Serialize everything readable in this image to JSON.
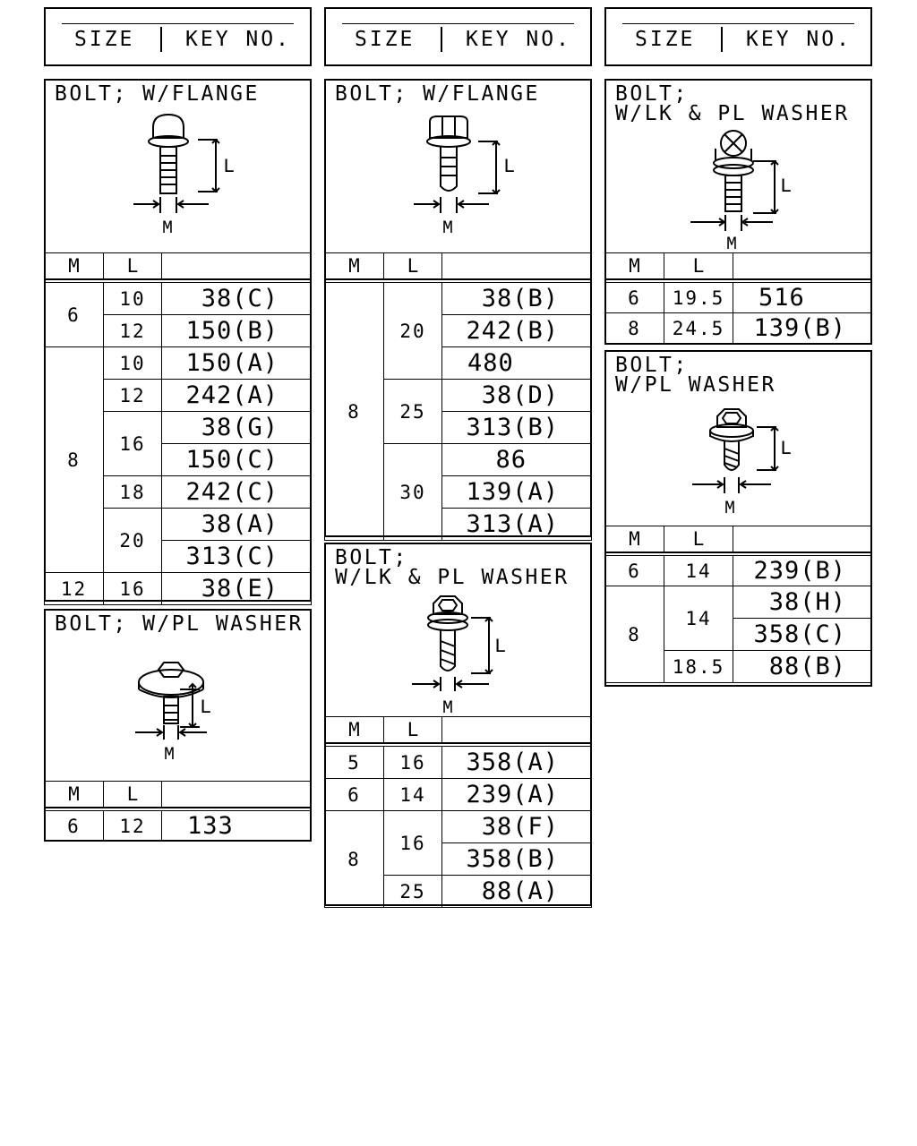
{
  "headers": [
    {
      "size": "SIZE",
      "key": "KEY NO."
    },
    {
      "size": "SIZE",
      "key": "KEY NO."
    },
    {
      "size": "SIZE",
      "key": "KEY NO."
    }
  ],
  "column_labels": {
    "m": "M",
    "l": "L"
  },
  "figure_labels": {
    "l": "L",
    "m": "M"
  },
  "sections": {
    "flange_a": {
      "title": "BOLT; W/FLANGE",
      "rows": [
        {
          "m": "6",
          "l": "10",
          "key": "38(C)"
        },
        {
          "l": "12",
          "key": "150(B)"
        },
        {
          "m": "8",
          "l": "10",
          "key": "150(A)"
        },
        {
          "l": "12",
          "key": "242(A)"
        },
        {
          "l": "16",
          "key": "38(G)"
        },
        {
          "key": "150(C)"
        },
        {
          "l": "18",
          "key": "242(C)"
        },
        {
          "l": "20",
          "key": "38(A)"
        },
        {
          "key": "313(C)"
        },
        {
          "m": "12",
          "l": "16",
          "key": "38(E)"
        }
      ]
    },
    "pl_washer_a": {
      "title": "BOLT; W/PL WASHER",
      "rows": [
        {
          "m": "6",
          "l": "12",
          "key": "133"
        }
      ]
    },
    "flange_b": {
      "title": "BOLT; W/FLANGE",
      "rows": [
        {
          "m": "8",
          "l": "20",
          "key": "38(B)"
        },
        {
          "key": "242(B)"
        },
        {
          "key": "480"
        },
        {
          "l": "25",
          "key": "38(D)"
        },
        {
          "key": "313(B)"
        },
        {
          "l": "30",
          "key": "86"
        },
        {
          "key": "139(A)"
        },
        {
          "key": "313(A)"
        }
      ]
    },
    "lk_pl_b": {
      "title": "BOLT;\nW/LK & PL WASHER",
      "rows": [
        {
          "m": "5",
          "l": "16",
          "key": "358(A)"
        },
        {
          "m": "6",
          "l": "14",
          "key": "239(A)"
        },
        {
          "m": "8",
          "l": "16",
          "key": "38(F)"
        },
        {
          "key": "358(B)"
        },
        {
          "l": "25",
          "key": "88(A)"
        }
      ]
    },
    "lk_pl_c": {
      "title": "BOLT;\nW/LK & PL WASHER",
      "rows": [
        {
          "m": "6",
          "l": "19.5",
          "key": "516"
        },
        {
          "m": "8",
          "l": "24.5",
          "key": "139(B)"
        }
      ]
    },
    "pl_washer_c": {
      "title": "BOLT;\nW/PL WASHER",
      "rows": [
        {
          "m": "6",
          "l": "14",
          "key": "239(B)"
        },
        {
          "m": "8",
          "l": "14",
          "key": "38(H)"
        },
        {
          "key": "358(C)"
        },
        {
          "l": "18.5",
          "key": "88(B)"
        }
      ]
    }
  }
}
